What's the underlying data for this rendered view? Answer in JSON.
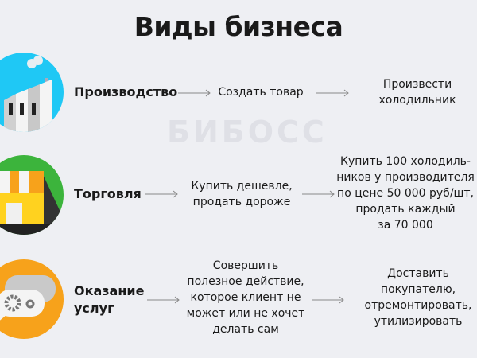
{
  "title": "Виды бизнеса",
  "watermark": "БИБОСС",
  "rows": [
    {
      "label": "Производство",
      "icon": "factory-icon",
      "step": "Создать товар",
      "example": "Произвести\nхолодильник"
    },
    {
      "label": "Торговля",
      "icon": "shop-icon",
      "step": "Купить дешевле,\nпродать дороже",
      "example": "Купить 100 холодиль-\nников у производителя\nпо цене 50 000 руб/шт,\nпродать каждый\nза 70 000"
    },
    {
      "label": "Оказание\nуслуг",
      "icon": "service-gears-icon",
      "step": "Совершить\nполезное действие,\nкоторое клиент не\nможет или не хочет\nделать сам",
      "example": "Доставить\nпокупателю,\nотремонтировать,\nутилизировать"
    }
  ],
  "colors": {
    "production": "#1fc8f5",
    "trade": "#3cb43c",
    "services": "#f7a21b"
  }
}
